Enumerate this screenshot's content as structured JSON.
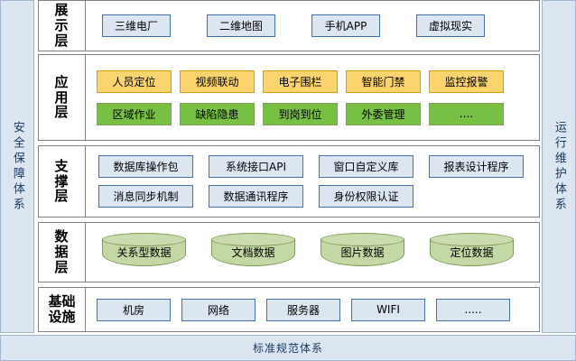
{
  "sidebars": {
    "left": "安全保障体系",
    "right": "运行维护体系"
  },
  "footer": {
    "label": "标准规范体系"
  },
  "layers": [
    {
      "key": "presentation",
      "title": "展示层",
      "rows": [
        {
          "style": "blue",
          "items": [
            "三维电厂",
            "二维地图",
            "手机APP",
            "虚拟现实"
          ]
        }
      ]
    },
    {
      "key": "application",
      "title": "应用层",
      "rows": [
        {
          "style": "amber",
          "items": [
            "人员定位",
            "视频联动",
            "电子围栏",
            "智能门禁",
            "监控报警"
          ]
        },
        {
          "style": "green",
          "items": [
            "区域作业",
            "缺陷隐患",
            "到岗到位",
            "外委管理",
            "...."
          ]
        }
      ]
    },
    {
      "key": "support",
      "title": "支撑层",
      "rows": [
        {
          "style": "blue",
          "items": [
            "数据库操作包",
            "系统接口API",
            "窗口自定义库",
            "报表设计程序"
          ]
        },
        {
          "style": "blue",
          "items": [
            "消息同步机制",
            "数据通讯程序",
            "身份权限认证"
          ]
        }
      ]
    },
    {
      "key": "data",
      "title": "数据层",
      "rows": [
        {
          "style": "cylinder",
          "items": [
            "关系型数据",
            "文档数据",
            "图片数据",
            "定位数据"
          ]
        }
      ]
    },
    {
      "key": "infrastructure",
      "title": "基础设施",
      "rows": [
        {
          "style": "blue",
          "items": [
            "机房",
            "网络",
            "服务器",
            "WIFI",
            "....."
          ]
        }
      ]
    }
  ],
  "colors": {
    "band_fill": "#dce6f1",
    "band_border": "#9fb6cd",
    "blue_fill": "#dce6f1",
    "blue_border": "#4472a8",
    "amber_fill": "#fbd46d",
    "amber_border": "#e09b10",
    "green_fill": "#77c043",
    "green_border": "#8a9a5b",
    "cylinder_fill": "#c3d8a5",
    "cylinder_border": "#7f9b58",
    "layer_border": "#808080"
  }
}
